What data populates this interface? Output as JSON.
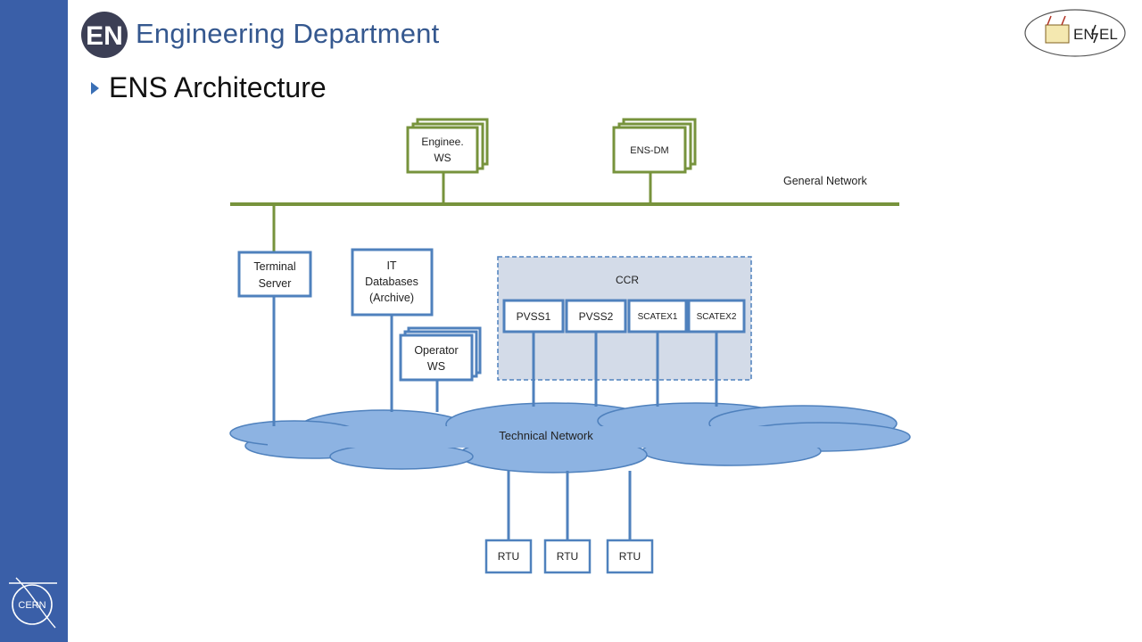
{
  "header": {
    "logo_text": "EN",
    "department": "Engineering Department",
    "enel_logo_text": "EN",
    "enel_logo_text2": "EL",
    "cern_logo_text": "CERN"
  },
  "slide": {
    "title": "ENS Architecture"
  },
  "diagram": {
    "general_network_label": "General Network",
    "technical_network_label": "Technical Network",
    "ccr_label": "CCR",
    "engineering_ws": {
      "line1": "Enginee.",
      "line2": "WS"
    },
    "ens_dm": "ENS-DM",
    "terminal_server": {
      "line1": "Terminal",
      "line2": "Server"
    },
    "it_databases": {
      "line1": "IT",
      "line2": "Databases",
      "line3": "(Archive)"
    },
    "operator_ws": {
      "line1": "Operator",
      "line2": "WS"
    },
    "ccr_nodes": [
      "PVSS1",
      "PVSS2",
      "SCATEX1",
      "SCATEX2"
    ],
    "rtus": [
      "RTU",
      "RTU",
      "RTU"
    ],
    "colors": {
      "general_network": "#77933c",
      "technical_network": "#4f81bd",
      "cloud_fill": "#8db3e2",
      "ccr_fill": "#d3dbe8"
    }
  }
}
